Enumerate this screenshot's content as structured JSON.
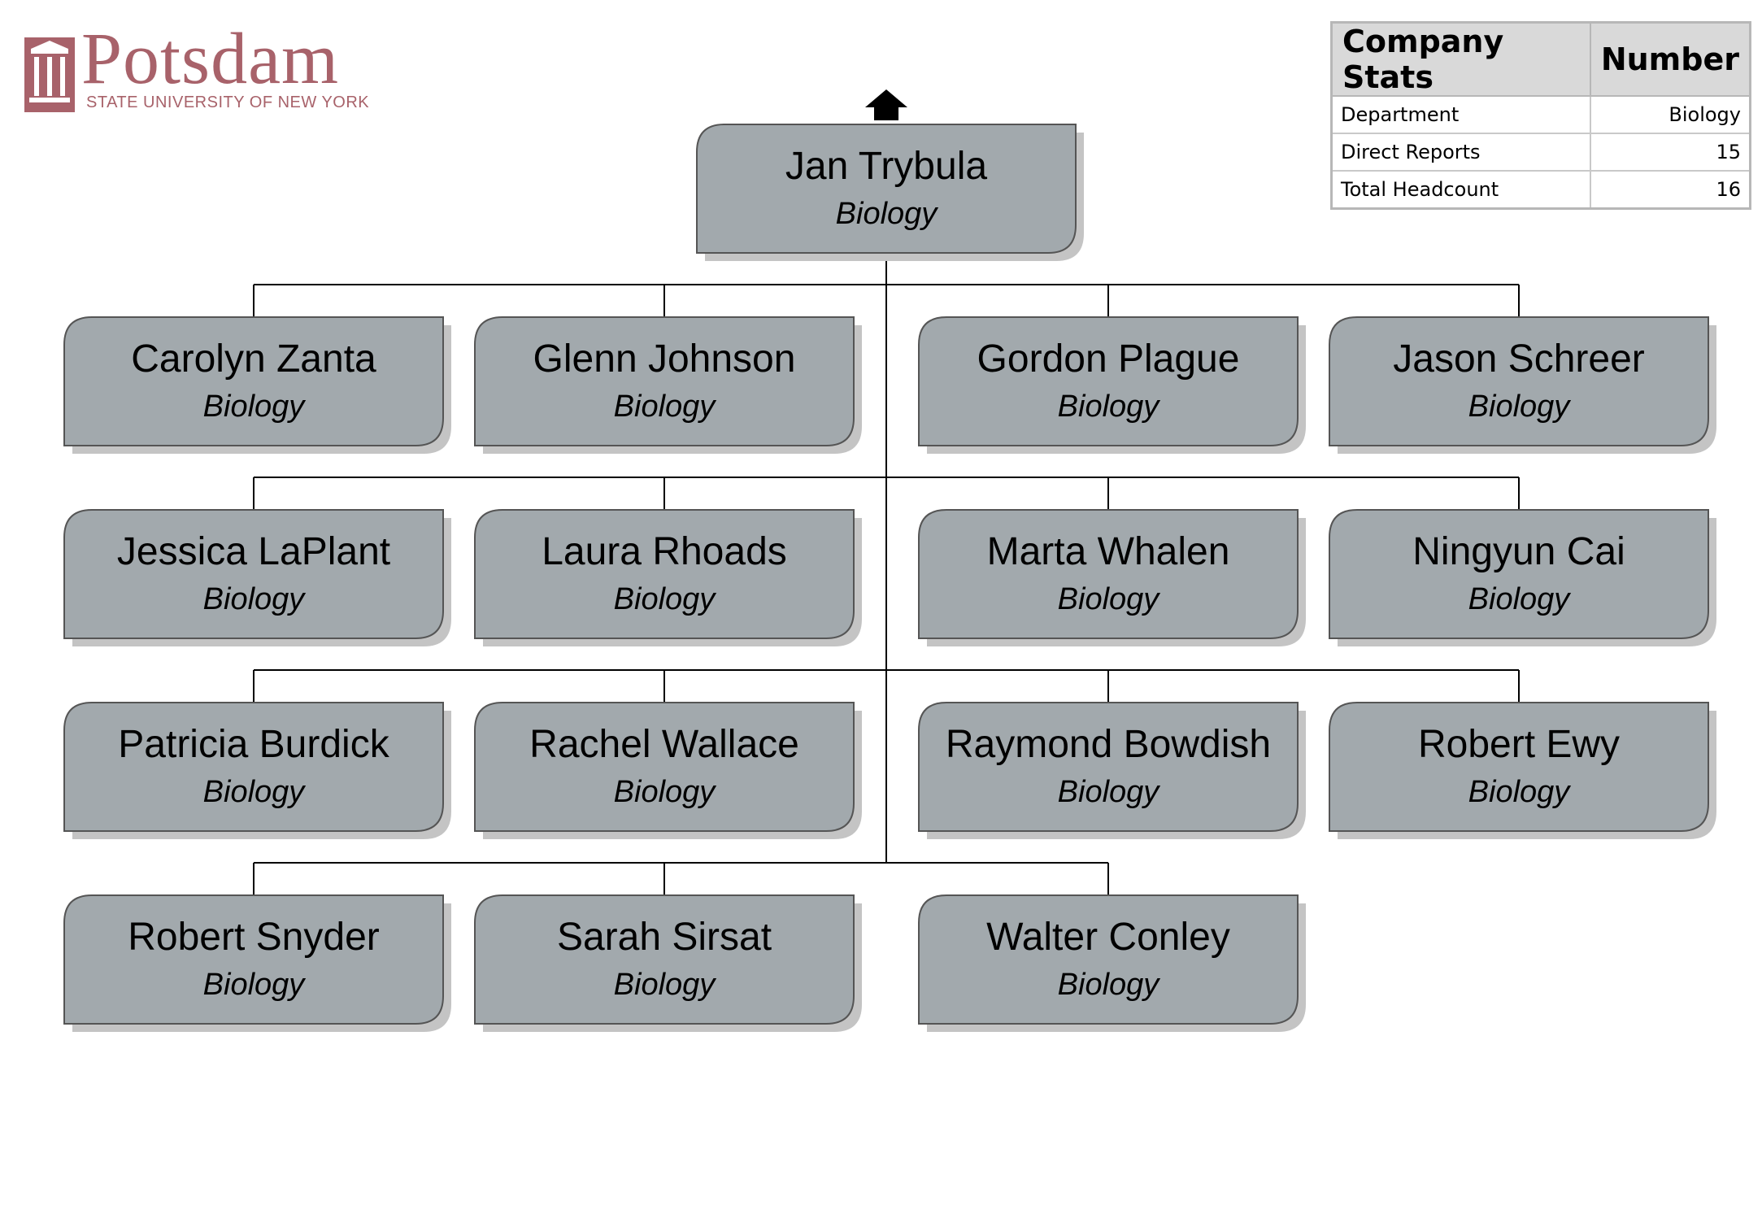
{
  "logo": {
    "word": "Potsdam",
    "subtitle": "STATE UNIVERSITY OF NEW YORK",
    "color": "#a8626a"
  },
  "stats": {
    "header": {
      "label": "Company Stats",
      "value": "Number"
    },
    "rows": [
      {
        "label": "Department",
        "value": "Biology"
      },
      {
        "label": "Direct Reports",
        "value": "15"
      },
      {
        "label": "Total Headcount",
        "value": "16"
      }
    ]
  },
  "org": {
    "node_color": "#a2a9ad",
    "shadow_color": "#c4c4c4",
    "up_icon": "up-arrow-icon",
    "root": {
      "name": "Jan Trybula",
      "dept": "Biology"
    },
    "reports": [
      {
        "name": "Carolyn Zanta",
        "dept": "Biology"
      },
      {
        "name": "Glenn Johnson",
        "dept": "Biology"
      },
      {
        "name": "Gordon Plague",
        "dept": "Biology"
      },
      {
        "name": "Jason Schreer",
        "dept": "Biology"
      },
      {
        "name": "Jessica LaPlant",
        "dept": "Biology"
      },
      {
        "name": "Laura Rhoads",
        "dept": "Biology"
      },
      {
        "name": "Marta Whalen",
        "dept": "Biology"
      },
      {
        "name": "Ningyun Cai",
        "dept": "Biology"
      },
      {
        "name": "Patricia Burdick",
        "dept": "Biology"
      },
      {
        "name": "Rachel Wallace",
        "dept": "Biology"
      },
      {
        "name": "Raymond Bowdish",
        "dept": "Biology"
      },
      {
        "name": "Robert Ewy",
        "dept": "Biology"
      },
      {
        "name": "Robert Snyder",
        "dept": "Biology"
      },
      {
        "name": "Sarah Sirsat",
        "dept": "Biology"
      },
      {
        "name": "Walter Conley",
        "dept": "Biology"
      }
    ]
  }
}
